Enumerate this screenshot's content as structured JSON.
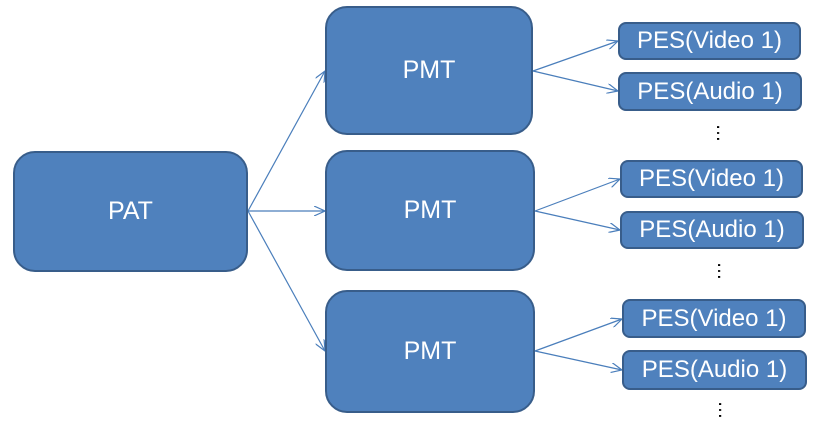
{
  "colors": {
    "box_fill": "#4f81bd",
    "box_border": "#385d8a",
    "box_text": "#ffffff",
    "arrow": "#4a7ebb"
  },
  "pat": {
    "label": "PAT"
  },
  "pmts": [
    {
      "label": "PMT",
      "streams": [
        "PES(Video 1)",
        "PES(Audio 1)"
      ],
      "more": "…"
    },
    {
      "label": "PMT",
      "streams": [
        "PES(Video 1)",
        "PES(Audio 1)"
      ],
      "more": "…"
    },
    {
      "label": "PMT",
      "streams": [
        "PES(Video 1)",
        "PES(Audio 1)"
      ],
      "more": "…"
    }
  ]
}
